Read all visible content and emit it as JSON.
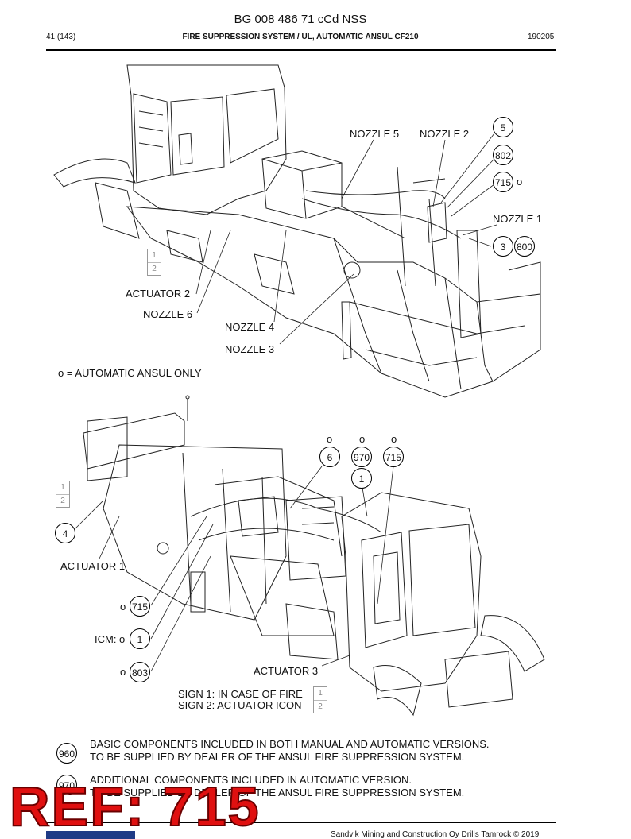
{
  "header": {
    "doc_number": "BG 008 486 71 cCd NSS",
    "page": "41 (143)",
    "section_title": "FIRE SUPPRESSION SYSTEM / UL, AUTOMATIC ANSUL CF210",
    "date_code": "190205"
  },
  "upper_drawing": {
    "nozzle_5": "NOZZLE 5",
    "nozzle_2": "NOZZLE 2",
    "nozzle_1": "NOZZLE 1",
    "actuator_2": "ACTUATOR 2",
    "nozzle_6": "NOZZLE 6",
    "nozzle_4": "NOZZLE 4",
    "nozzle_3": "NOZZLE 3",
    "c5": "5",
    "c802": "802",
    "c715": "715",
    "c715_mark": "o",
    "c3": "3",
    "c800": "800",
    "sign_1": "1",
    "sign_2": "2",
    "note": "o = AUTOMATIC ANSUL ONLY"
  },
  "lower_drawing": {
    "mark_a": "o",
    "mark_b": "o",
    "mark_c": "o",
    "c6": "6",
    "c970": "970",
    "c715_top": "715",
    "c1_top": "1",
    "sign_1": "1",
    "sign_2": "2",
    "c4": "4",
    "actuator_1": "ACTUATOR 1",
    "c715_mark": "o",
    "c715_left": "715",
    "icm_label": "ICM: o",
    "c1_left": "1",
    "c803_mark": "o",
    "c803": "803",
    "actuator_3": "ACTUATOR 3",
    "sign_line_1": "SIGN 1: IN CASE OF FIRE",
    "sign_line_2": "SIGN 2: ACTUATOR ICON",
    "legend_sign_1": "1",
    "legend_sign_2": "2"
  },
  "legend": {
    "c960": "960",
    "basic_line_1": "BASIC COMPONENTS INCLUDED IN BOTH MANUAL AND AUTOMATIC VERSIONS.",
    "basic_line_2": "TO BE SUPPLIED BY DEALER OF THE ANSUL FIRE SUPPRESSION SYSTEM.",
    "c970": "970",
    "additional_line_1": "ADDITIONAL COMPONENTS INCLUDED IN AUTOMATIC VERSION.",
    "additional_line_2": "TO BE SUPPLIED BY DEALER OF THE ANSUL FIRE SUPPRESSION SYSTEM."
  },
  "overlay": {
    "ref_stamp": "REF: 715"
  },
  "footer": {
    "copyright": "Sandvik Mining and Construction Oy Drills Tamrock © 2019"
  },
  "colors": {
    "ref_red": "#e01010",
    "logo_blue": "#1f3b86"
  }
}
